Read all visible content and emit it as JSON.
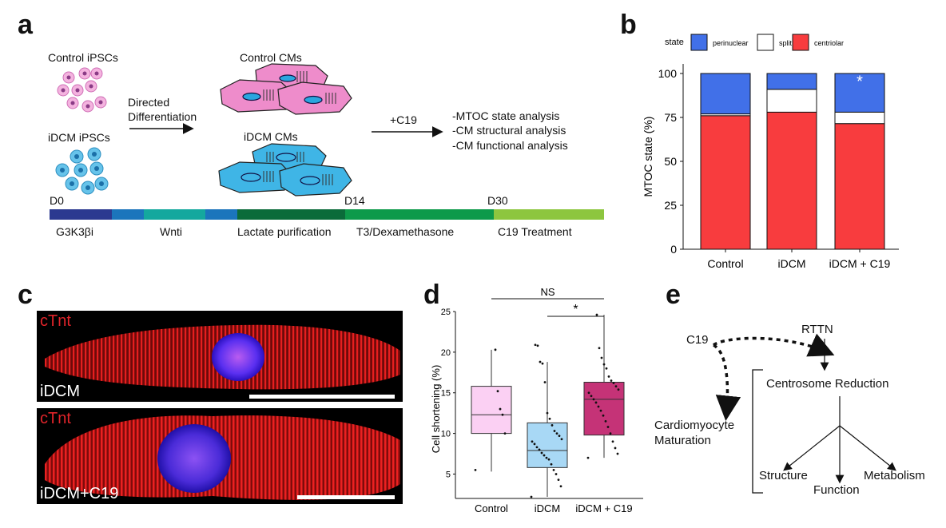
{
  "panels": {
    "a": "a",
    "b": "b",
    "c": "c",
    "d": "d",
    "e": "e"
  },
  "panel_a": {
    "control_ipsc": "Control iPSCs",
    "idcm_ipsc": "iDCM iPSCs",
    "directed": "Directed",
    "differentiation": "Differentiation",
    "control_cms": "Control CMs",
    "idcm_cms": "iDCM CMs",
    "treatment": "+C19",
    "analyses": [
      "-MTOC state analysis",
      "-CM structural analysis",
      "-CM functional analysis"
    ],
    "days": [
      "D0",
      "D14",
      "D30"
    ],
    "stages": [
      "G3K3βi",
      "Wnti",
      "Lactate purification",
      "T3/Dexamethasone",
      "C19 Treatment"
    ]
  },
  "panel_c": {
    "stain_label": "cTnt",
    "image1_label": "iDCM",
    "image2_label": "iDCM+C19"
  },
  "panel_e": {
    "c19": "C19",
    "rttn": "RTTN",
    "centrosome": "Centrosome Reduction",
    "cardio1": "Cardiomyocyte",
    "cardio2": "Maturation",
    "structure": "Structure",
    "function": "Function",
    "metabolism": "Metabolism"
  },
  "colors": {
    "perinuclear": "#4170e8",
    "split": "#ffffff",
    "centriolar": "#f83c3e",
    "control_box": "#fbd0f3",
    "idcm_box": "#a8d8f5",
    "c19_box": "#c53377"
  },
  "chart_data": [
    {
      "type": "bar",
      "stacked": true,
      "categories": [
        "Control",
        "iDCM",
        "iDCM + C19"
      ],
      "series": [
        {
          "name": "centriolar",
          "values": [
            76,
            78,
            71.5
          ]
        },
        {
          "name": "split",
          "values": [
            1,
            13,
            6.5
          ]
        },
        {
          "name": "perinuclear",
          "values": [
            23,
            9,
            22
          ]
        }
      ],
      "legend_title": "state",
      "legend_position": "top",
      "ylabel": "MTOC state (%)",
      "ylim": [
        0,
        100
      ],
      "yticks": [
        0,
        25,
        50,
        75,
        100
      ],
      "annotations": [
        {
          "category": "iDCM + C19",
          "text": "*"
        }
      ]
    },
    {
      "type": "box",
      "categories": [
        "Control",
        "iDCM",
        "iDCM + C19"
      ],
      "ylabel": "Cell shortening (%)",
      "ylim": [
        2,
        25
      ],
      "yticks": [
        5,
        10,
        15,
        20,
        25
      ],
      "boxes": [
        {
          "min": 5.3,
          "q1": 10,
          "median": 12.3,
          "q3": 15.8,
          "max": 20.3
        },
        {
          "min": 2.2,
          "q1": 5.8,
          "median": 7.9,
          "q3": 11.3,
          "max": 18.8
        },
        {
          "min": 7,
          "q1": 9.8,
          "median": 14.2,
          "q3": 16.3,
          "max": 24.6
        }
      ],
      "points": [
        [
          5.5,
          10,
          12.3,
          13,
          15.2,
          20.3
        ],
        [
          2.2,
          3.5,
          4.3,
          5,
          5.5,
          6.2,
          6.8,
          7,
          7.3,
          7.6,
          8,
          8.3,
          8.7,
          9,
          9.3,
          9.7,
          10,
          10.3,
          11,
          11.8,
          12.5,
          16.3,
          18.6,
          18.8,
          20.8,
          20.9
        ],
        [
          7,
          7.5,
          8.2,
          9,
          10,
          10.8,
          11.5,
          12.2,
          12.8,
          13.3,
          13.8,
          14.2,
          14.6,
          15,
          15.4,
          15.8,
          16.2,
          16.5,
          17,
          18,
          18.5,
          19.3,
          20.5,
          24.6
        ]
      ],
      "significance": [
        {
          "from": "Control",
          "to": "iDCM + C19",
          "label": "NS"
        },
        {
          "from": "iDCM",
          "to": "iDCM + C19",
          "label": "*"
        }
      ]
    }
  ]
}
